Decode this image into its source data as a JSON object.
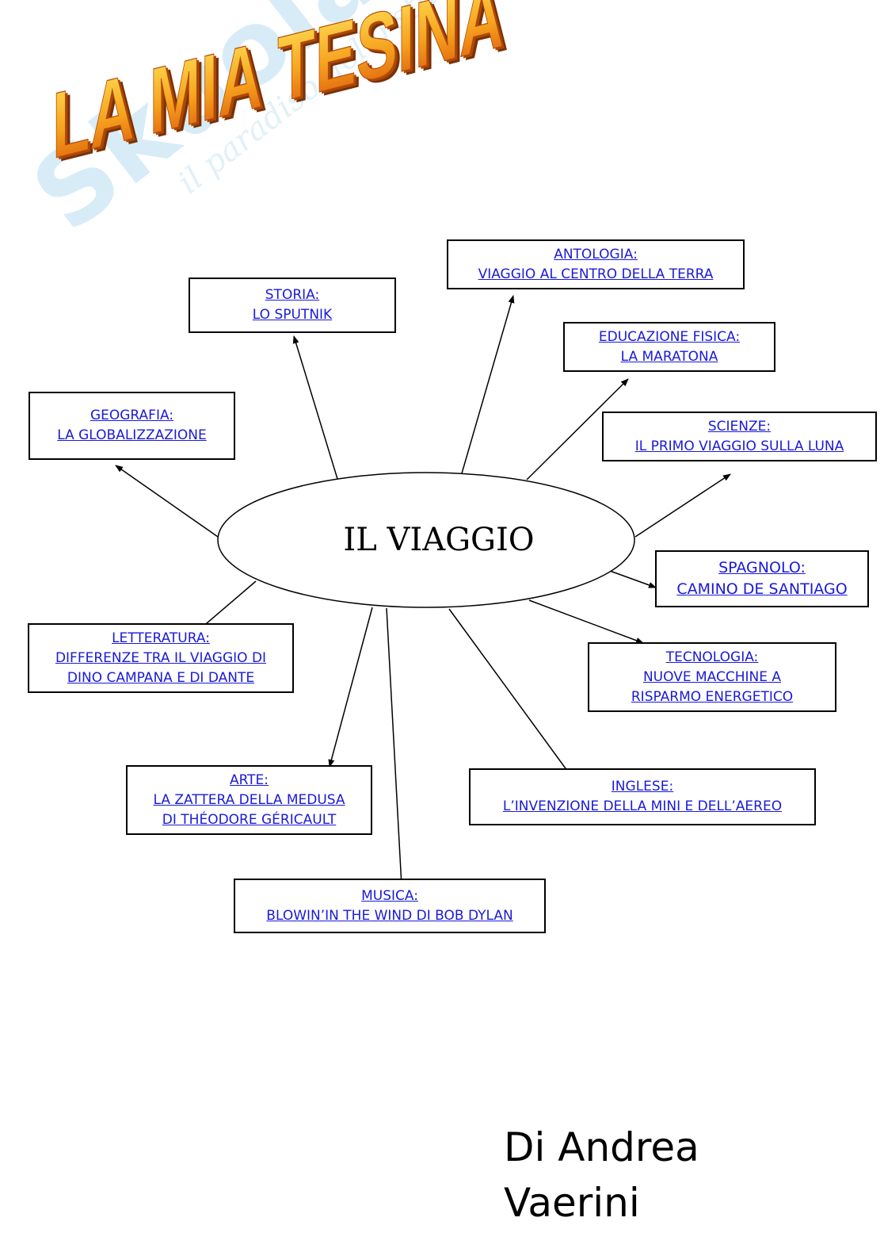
{
  "watermark": {
    "brand": "Skuola.net",
    "tagline": "il paradiso dello studente"
  },
  "title": "LA MIA TESINA",
  "center": "IL VIAGGIO",
  "topics": [
    {
      "id": "storia",
      "subject": "STORIA:",
      "detail": [
        "LO SPUTNIK"
      ]
    },
    {
      "id": "antologia",
      "subject": "ANTOLOGIA:",
      "detail": [
        "VIAGGIO AL CENTRO DELLA TERRA"
      ]
    },
    {
      "id": "educazione",
      "subject": "EDUCAZIONE FISICA:",
      "detail": [
        "LA MARATONA"
      ]
    },
    {
      "id": "geografia",
      "subject": "GEOGRAFIA:",
      "detail": [
        "LA GLOBALIZZAZIONE"
      ]
    },
    {
      "id": "scienze",
      "subject": "SCIENZE:",
      "detail": [
        "IL PRIMO VIAGGIO SULLA LUNA"
      ]
    },
    {
      "id": "spagnolo",
      "subject": "SPAGNOLO:",
      "detail": [
        "CAMINO DE SANTIAGO"
      ]
    },
    {
      "id": "letteratura",
      "subject": "LETTERATURA:",
      "detail": [
        "DIFFERENZE TRA IL VIAGGIO DI",
        "DINO CAMPANA E  DI DANTE"
      ]
    },
    {
      "id": "tecnologia",
      "subject": "TECNOLOGIA:",
      "detail": [
        "NUOVE MACCHINE A",
        "RISPARMO ENERGETICO"
      ]
    },
    {
      "id": "arte",
      "subject": "ARTE:",
      "detail": [
        "LA ZATTERA DELLA MEDUSA",
        "DI THÉODORE GÉRICAULT"
      ]
    },
    {
      "id": "inglese",
      "subject": "INGLESE:",
      "detail": [
        "L’INVENZIONE DELLA MINI E DELL’AEREO"
      ]
    },
    {
      "id": "musica",
      "subject": "MUSICA:",
      "detail": [
        "BLOWIN’IN THE WIND DI BOB DYLAN"
      ]
    }
  ],
  "author": {
    "line1": "Di Andrea",
    "line2": "Vaerini"
  },
  "colors": {
    "link": "#1a1ad6",
    "title_fill_top": "#ffd83a",
    "title_fill_bottom": "#e0600a",
    "title_side": "#8a3a06"
  }
}
